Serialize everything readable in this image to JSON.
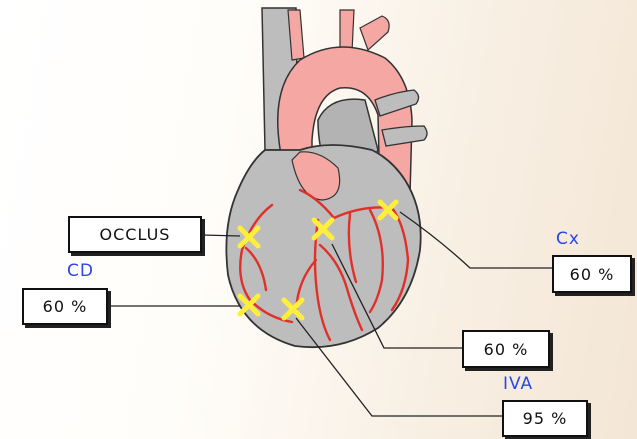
{
  "labels": {
    "occlus": "OCCLUS",
    "cd_title": "CD",
    "cd_value": "60 %",
    "cx_title": "Cx",
    "cx_value": "60 %",
    "mid_value": "60 %",
    "iva_title": "IVA",
    "iva_value": "95 %"
  },
  "colors": {
    "title_blue": "#2b46e8",
    "vessel_red": "#e0302a",
    "stenosis_marker": "#ffef3a",
    "heart_gray": "#bdbdbd",
    "aorta_pink": "#f4a7a3"
  }
}
